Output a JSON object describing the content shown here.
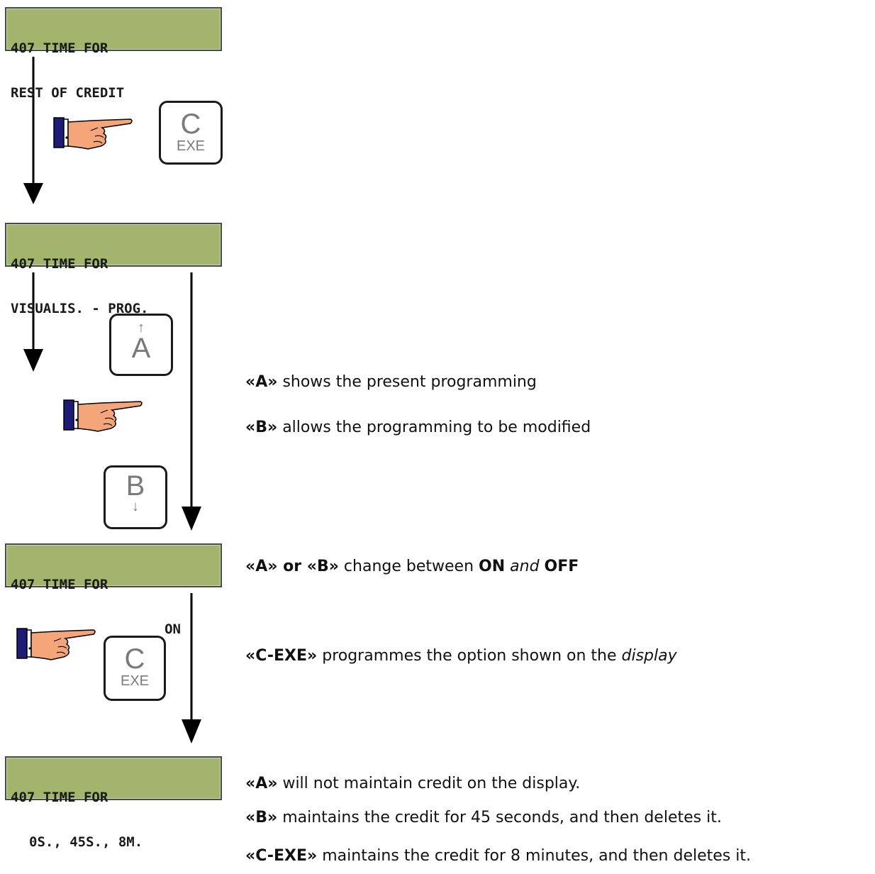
{
  "displays": [
    {
      "line1": "407 TIME FOR",
      "line2": "REST OF CREDIT"
    },
    {
      "line1": "407 TIME FOR",
      "line2": "VISUALIS. - PROG."
    },
    {
      "line1": "407 TIME FOR",
      "line2": "ON"
    },
    {
      "line1": "407 TIME FOR",
      "line2": "0S., 45S., 8M."
    }
  ],
  "keys": {
    "c_exe": {
      "letter": "C",
      "sub": "EXE"
    },
    "a": {
      "letter": "A",
      "arrow": "↑"
    },
    "b": {
      "letter": "B",
      "arrow": "↓"
    }
  },
  "notes": {
    "n1": {
      "key": "«A»",
      "text": " shows the present programming"
    },
    "n2": {
      "key": "«B»",
      "text": " allows the programming to be modified"
    },
    "n3": {
      "key": "«A» or «B»",
      "text": " change between ",
      "on": "ON",
      "and": "and",
      "off": "OFF"
    },
    "n4": {
      "key": "«C-EXE»",
      "text": " programmes the option shown on the ",
      "em": "display"
    },
    "n5": {
      "key": "«A»",
      "text": " will not maintain credit on the display."
    },
    "n6": {
      "key": "«B»",
      "text": " maintains the credit for 45 seconds, and then deletes it."
    },
    "n7": {
      "key": "«C-EXE»",
      "text": " maintains the credit for 8 minutes, and then deletes it."
    }
  },
  "colors": {
    "lcd": "#a3b56c",
    "sleeve": "#1e1a78",
    "hand": "#f4a67a"
  }
}
